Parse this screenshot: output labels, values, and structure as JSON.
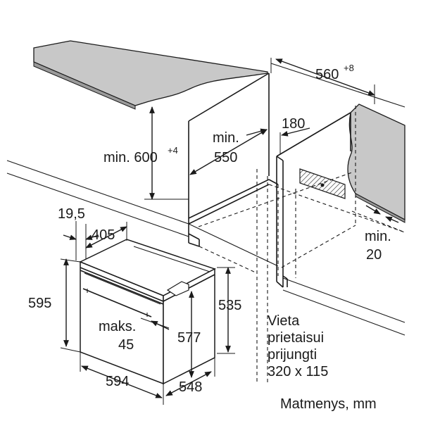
{
  "labels": {
    "w560": "560",
    "w560_tol": "+8",
    "h600": "min. 600",
    "h600_tol": "+4",
    "min550_a": "min.",
    "min550_b": "550",
    "d180": "180",
    "d19_5": "19,5",
    "d405": "405",
    "d595": "595",
    "d535": "535",
    "d577": "577",
    "maks_a": "maks.",
    "maks_b": "45",
    "d594": "594",
    "d548": "548",
    "min20_a": "min.",
    "min20_b": "20",
    "vieta_1": "Vieta",
    "vieta_2": "prietaisui",
    "vieta_3": "prijungti",
    "vieta_4": "320 x 115",
    "units": "Matmenys, mm"
  },
  "colors": {
    "line": "#1a1a1a",
    "countertop": "#c8c8c8",
    "background": "#ffffff"
  }
}
